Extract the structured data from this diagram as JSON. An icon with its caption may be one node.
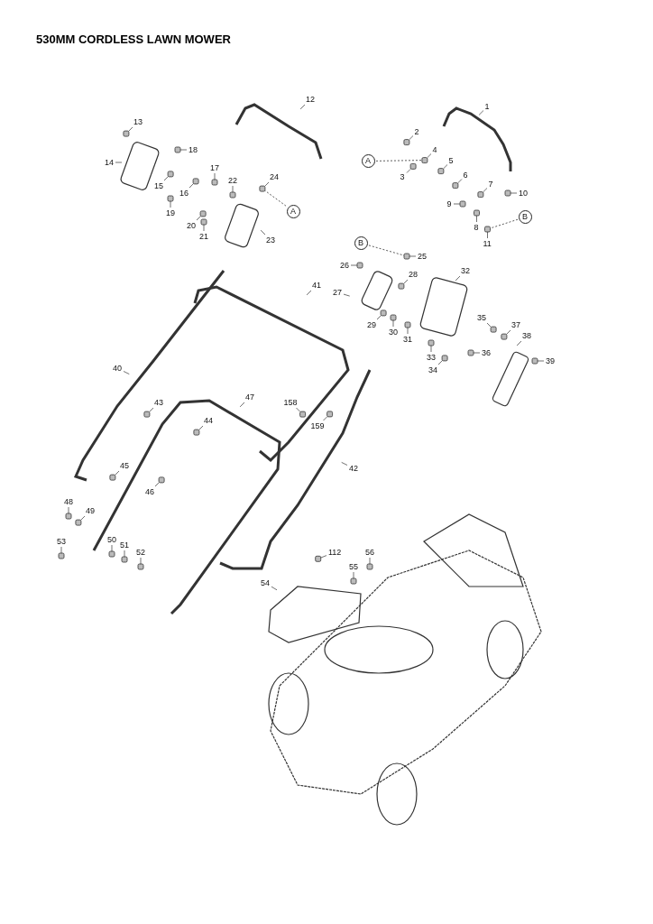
{
  "diagram": {
    "title": "530MM CORDLESS LAWN MOWER",
    "nodes": [
      {
        "text": [
          "1"
        ]
      },
      {
        "text": [
          "2"
        ]
      },
      {
        "text": [
          "3"
        ]
      },
      {
        "text": [
          "4"
        ]
      },
      {
        "text": [
          "5"
        ]
      },
      {
        "text": [
          "6"
        ]
      },
      {
        "text": [
          "7"
        ]
      },
      {
        "text": [
          "8"
        ]
      },
      {
        "text": [
          "9"
        ]
      },
      {
        "text": [
          "10"
        ]
      },
      {
        "text": [
          "11"
        ]
      },
      {
        "text": [
          "12"
        ]
      },
      {
        "text": [
          "13"
        ]
      },
      {
        "text": [
          "14"
        ]
      },
      {
        "text": [
          "15"
        ]
      },
      {
        "text": [
          "16"
        ]
      },
      {
        "text": [
          "17"
        ]
      },
      {
        "text": [
          "18"
        ]
      },
      {
        "text": [
          "19"
        ]
      },
      {
        "text": [
          "20"
        ]
      },
      {
        "text": [
          "21"
        ]
      },
      {
        "text": [
          "22"
        ]
      },
      {
        "text": [
          "23"
        ]
      },
      {
        "text": [
          "24"
        ]
      },
      {
        "text": [
          "A"
        ]
      },
      {
        "text": [
          "A"
        ]
      },
      {
        "text": [
          "B"
        ]
      },
      {
        "text": [
          "B"
        ]
      },
      {
        "text": [
          "25"
        ]
      },
      {
        "text": [
          "26"
        ]
      },
      {
        "text": [
          "27"
        ]
      },
      {
        "text": [
          "28"
        ]
      },
      {
        "text": [
          "29"
        ]
      },
      {
        "text": [
          "30"
        ]
      },
      {
        "text": [
          "31"
        ]
      },
      {
        "text": [
          "32"
        ]
      },
      {
        "text": [
          "33"
        ]
      },
      {
        "text": [
          "34"
        ]
      },
      {
        "text": [
          "35"
        ]
      },
      {
        "text": [
          "36"
        ]
      },
      {
        "text": [
          "37"
        ]
      },
      {
        "text": [
          "38"
        ]
      },
      {
        "text": [
          "39"
        ]
      },
      {
        "text": [
          "40"
        ]
      },
      {
        "text": [
          "41"
        ]
      },
      {
        "text": [
          "42"
        ]
      },
      {
        "text": [
          "43"
        ]
      },
      {
        "text": [
          "44"
        ]
      },
      {
        "text": [
          "45"
        ]
      },
      {
        "text": [
          "46"
        ]
      },
      {
        "text": [
          "47"
        ]
      },
      {
        "text": [
          "48"
        ]
      },
      {
        "text": [
          "49"
        ]
      },
      {
        "text": [
          "50"
        ]
      },
      {
        "text": [
          "51"
        ]
      },
      {
        "text": [
          "52"
        ]
      },
      {
        "text": [
          "53"
        ]
      },
      {
        "text": [
          "54"
        ]
      },
      {
        "text": [
          "55"
        ]
      },
      {
        "text": [
          "56"
        ]
      },
      {
        "text": [
          "112"
        ]
      },
      {
        "text": [
          "158"
        ]
      },
      {
        "text": [
          "159"
        ]
      },
      {
        "text": [],
        "shape": "box"
      },
      {
        "text": [],
        "shape": "box"
      },
      {
        "text": [],
        "shape": "box"
      },
      {
        "text": [],
        "shape": "box"
      },
      {
        "text": [],
        "shape": "box"
      },
      {
        "text": [],
        "shape": "box"
      },
      {
        "text": [],
        "shape": "box"
      },
      {
        "text": [],
        "shape": "box"
      },
      {
        "text": [],
        "shape": "box"
      },
      {
        "text": [],
        "shape": "box"
      },
      {
        "text": [],
        "shape": "box"
      },
      {
        "text": [],
        "shape": "box"
      },
      {
        "text": [],
        "shape": "box"
      },
      {
        "text": [],
        "shape": "box"
      },
      {
        "text": [],
        "shape": "box"
      },
      {
        "text": [],
        "shape": "box"
      },
      {
        "text": [],
        "shape": "box"
      },
      {
        "text": [],
        "shape": "box"
      },
      {
        "text": [],
        "shape": "box"
      },
      {
        "text": [],
        "shape": "box"
      },
      {
        "text": [],
        "shape": "box"
      },
      {
        "text": [],
        "shape": "box"
      },
      {
        "text": [],
        "shape": "box"
      },
      {
        "text": [],
        "shape": "box"
      },
      {
        "text": [],
        "shape": "box"
      },
      {
        "text": [],
        "shape": "box"
      },
      {
        "text": [],
        "shape": "box"
      },
      {
        "text": [],
        "shape": "box"
      },
      {
        "text": [],
        "shape": "box"
      },
      {
        "text": [],
        "shape": "box"
      },
      {
        "text": [],
        "shape": "box"
      },
      {
        "text": [],
        "shape": "box"
      },
      {
        "text": [],
        "shape": "box"
      },
      {
        "text": [],
        "shape": "box"
      },
      {
        "text": [],
        "shape": "box"
      },
      {
        "text": [],
        "shape": "box"
      },
      {
        "text": [],
        "shape": "box"
      },
      {
        "text": [],
        "shape": "box"
      },
      {
        "text": [],
        "shape": "box"
      },
      {
        "text": [],
        "shape": "box"
      },
      {
        "text": [],
        "shape": "box"
      },
      {
        "text": [],
        "shape": "box"
      },
      {
        "text": [],
        "shape": "box"
      },
      {
        "text": [],
        "shape": "box"
      },
      {
        "text": [],
        "shape": "box"
      },
      {
        "text": [],
        "shape": "box"
      },
      {
        "text": [],
        "shape": "box"
      }
    ],
    "edges": [
      {
        "from": 0,
        "to": null,
        "arrow": "none"
      },
      {
        "from": 1,
        "to": 63,
        "arrow": "none"
      },
      {
        "from": 2,
        "to": 64,
        "arrow": "none"
      },
      {
        "from": 3,
        "to": 65,
        "arrow": "none"
      },
      {
        "from": 4,
        "to": 66,
        "arrow": "none"
      },
      {
        "from": 5,
        "to": 67,
        "arrow": "none"
      },
      {
        "from": 6,
        "to": 68,
        "arrow": "none"
      },
      {
        "from": 7,
        "to": 69,
        "arrow": "none"
      },
      {
        "from": 8,
        "to": 70,
        "arrow": "none"
      },
      {
        "from": 9,
        "to": 71,
        "arrow": "none"
      },
      {
        "from": 10,
        "to": 72,
        "arrow": "none"
      },
      {
        "from": 11,
        "to": null,
        "arrow": "none"
      },
      {
        "from": 12,
        "to": 73,
        "arrow": "none"
      },
      {
        "from": 13,
        "to": null,
        "arrow": "none"
      },
      {
        "from": 14,
        "to": 74,
        "arrow": "none"
      },
      {
        "from": 15,
        "to": 75,
        "arrow": "none"
      },
      {
        "from": 16,
        "to": 76,
        "arrow": "none"
      },
      {
        "from": 17,
        "to": 77,
        "arrow": "none"
      },
      {
        "from": 18,
        "to": 78,
        "arrow": "none"
      },
      {
        "from": 19,
        "to": 79,
        "arrow": "none"
      },
      {
        "from": 20,
        "to": 80,
        "arrow": "none"
      },
      {
        "from": 21,
        "to": 81,
        "arrow": "none"
      },
      {
        "from": 22,
        "to": null,
        "arrow": "none"
      },
      {
        "from": 23,
        "to": 82,
        "arrow": "none"
      },
      {
        "from": 24,
        "to": 82,
        "arrow": "none",
        "style": "dashed"
      },
      {
        "from": 25,
        "to": 65,
        "arrow": "none",
        "style": "dashed"
      },
      {
        "from": 26,
        "to": 72,
        "arrow": "none",
        "style": "dashed"
      },
      {
        "from": 27,
        "to": 83,
        "arrow": "none",
        "style": "dashed"
      },
      {
        "from": 28,
        "to": 83,
        "arrow": "none"
      },
      {
        "from": 29,
        "to": 84,
        "arrow": "none"
      },
      {
        "from": 30,
        "to": null,
        "arrow": "none"
      },
      {
        "from": 31,
        "to": 85,
        "arrow": "none"
      },
      {
        "from": 32,
        "to": 86,
        "arrow": "none"
      },
      {
        "from": 33,
        "to": 87,
        "arrow": "none"
      },
      {
        "from": 34,
        "to": 88,
        "arrow": "none"
      },
      {
        "from": 35,
        "to": null,
        "arrow": "none"
      },
      {
        "from": 36,
        "to": 89,
        "arrow": "none"
      },
      {
        "from": 37,
        "to": 90,
        "arrow": "none"
      },
      {
        "from": 38,
        "to": 91,
        "arrow": "none"
      },
      {
        "from": 39,
        "to": 92,
        "arrow": "none"
      },
      {
        "from": 40,
        "to": 93,
        "arrow": "none"
      },
      {
        "from": 41,
        "to": null,
        "arrow": "none"
      },
      {
        "from": 42,
        "to": 94,
        "arrow": "none"
      },
      {
        "from": 43,
        "to": null,
        "arrow": "none"
      },
      {
        "from": 44,
        "to": null,
        "arrow": "none"
      },
      {
        "from": 45,
        "to": null,
        "arrow": "none"
      },
      {
        "from": 46,
        "to": 95,
        "arrow": "none"
      },
      {
        "from": 47,
        "to": 96,
        "arrow": "none"
      },
      {
        "from": 48,
        "to": 97,
        "arrow": "none"
      },
      {
        "from": 49,
        "to": 98,
        "arrow": "none"
      },
      {
        "from": 50,
        "to": null,
        "arrow": "none"
      },
      {
        "from": 51,
        "to": 99,
        "arrow": "none"
      },
      {
        "from": 52,
        "to": 100,
        "arrow": "none"
      },
      {
        "from": 53,
        "to": 101,
        "arrow": "none"
      },
      {
        "from": 54,
        "to": 102,
        "arrow": "none"
      },
      {
        "from": 55,
        "to": 103,
        "arrow": "none"
      },
      {
        "from": 56,
        "to": 104,
        "arrow": "none"
      },
      {
        "from": 57,
        "to": null,
        "arrow": "none"
      },
      {
        "from": 58,
        "to": 105,
        "arrow": "none"
      },
      {
        "from": 59,
        "to": 106,
        "arrow": "none"
      },
      {
        "from": 60,
        "to": 107,
        "arrow": "none"
      },
      {
        "from": 61,
        "to": 108,
        "arrow": "none"
      },
      {
        "from": 62,
        "to": 109,
        "arrow": "none"
      }
    ]
  }
}
